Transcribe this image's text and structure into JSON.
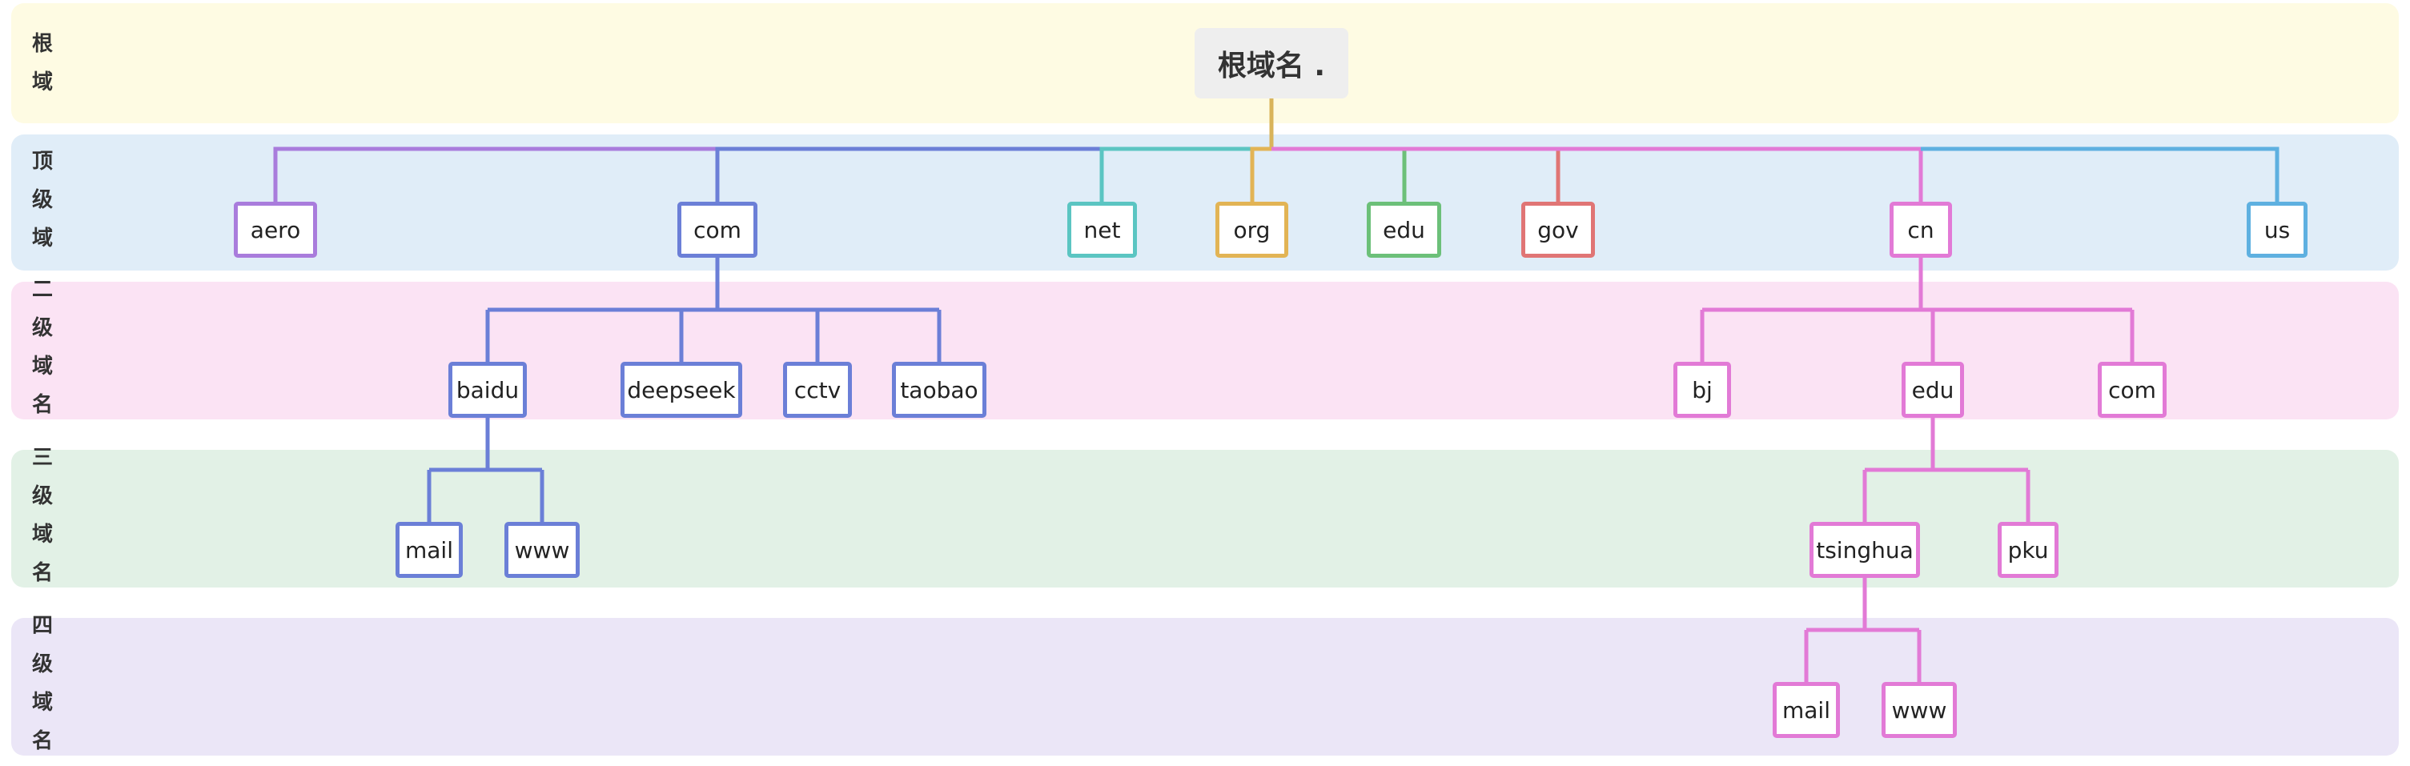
{
  "bands": [
    {
      "label": "根\n域",
      "color": "#fefbe3"
    },
    {
      "label": "顶\n级\n域",
      "color": "#e0edf8"
    },
    {
      "label": "二\n级\n域\n名",
      "color": "#fbe3f4"
    },
    {
      "label": "三\n级\n域\n名",
      "color": "#e2f1e6"
    },
    {
      "label": "四\n级\n域\n名",
      "color": "#ebe6f7"
    }
  ],
  "root": {
    "label": "根域名 ."
  },
  "colors": {
    "root_stem": "#d9b45a",
    "aero": "#a97cdc",
    "com": "#6b7fd7",
    "net": "#5bc5c2",
    "org": "#e2b455",
    "edu": "#6cc079",
    "gov": "#e07575",
    "cn": "#e27ad6",
    "us": "#5eb0e0"
  },
  "tld": [
    {
      "id": "aero",
      "label": "aero"
    },
    {
      "id": "com",
      "label": "com"
    },
    {
      "id": "net",
      "label": "net"
    },
    {
      "id": "org",
      "label": "org"
    },
    {
      "id": "edu",
      "label": "edu"
    },
    {
      "id": "gov",
      "label": "gov"
    },
    {
      "id": "cn",
      "label": "cn"
    },
    {
      "id": "us",
      "label": "us"
    }
  ],
  "second_level": {
    "com": [
      "baidu",
      "deepseek",
      "cctv",
      "taobao"
    ],
    "cn": [
      "bj",
      "edu",
      "com"
    ]
  },
  "third_level": {
    "baidu": [
      "mail",
      "www"
    ],
    "cn_edu": [
      "tsinghua",
      "pku"
    ]
  },
  "fourth_level": {
    "tsinghua": [
      "mail",
      "www"
    ]
  }
}
